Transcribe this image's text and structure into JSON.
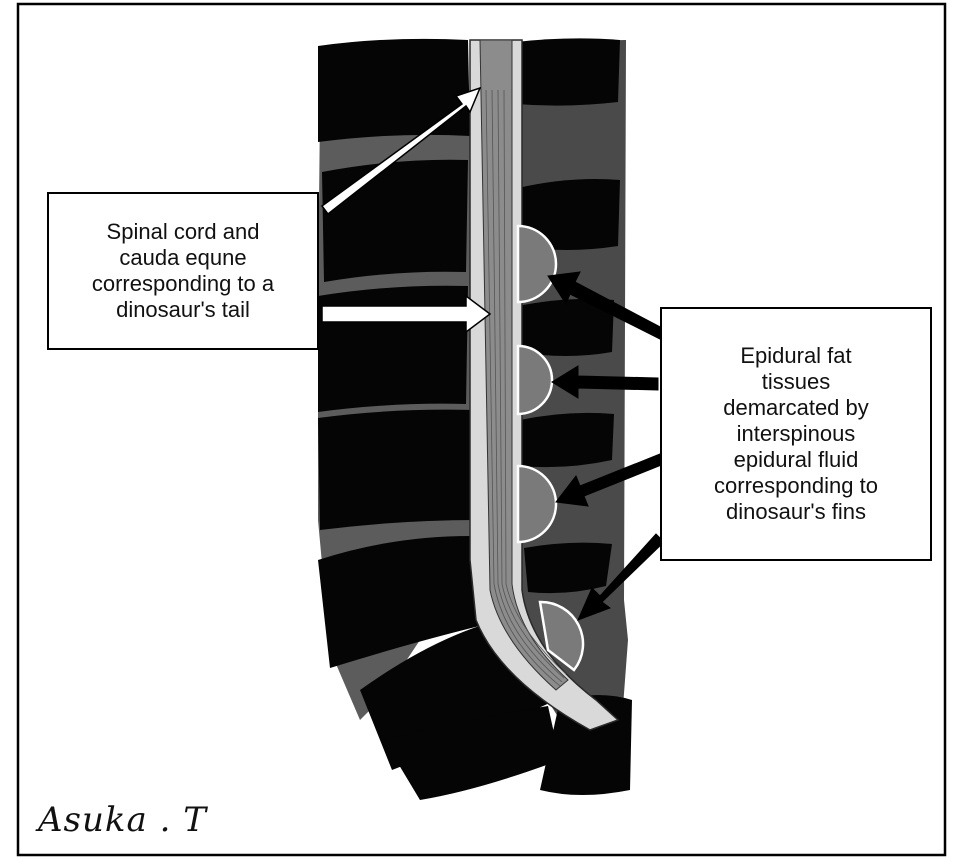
{
  "figure": {
    "callout_cord": {
      "lines": [
        "Spinal cord and",
        "cauda equne",
        "corresponding to a",
        "dinosaur's tail"
      ]
    },
    "callout_fat": {
      "lines": [
        "Epidural fat",
        "tissues",
        "demarcated by",
        "interspinous",
        "epidural fluid",
        "corresponding to",
        "dinosaur's fins"
      ]
    },
    "signature": "Asuka . T"
  },
  "colors": {
    "background": "#ffffff",
    "frame": "#000000",
    "vertebral_body": "#050505",
    "posterior_elements": "#4a4a4a",
    "disc_gap": "#5c5c5c",
    "thecal_sac": "#d9d9d9",
    "cord": "#8c8c8c",
    "fat_pad": "#7a7a7a",
    "white_arrow": "#ffffff",
    "black_arrow": "#000000"
  }
}
